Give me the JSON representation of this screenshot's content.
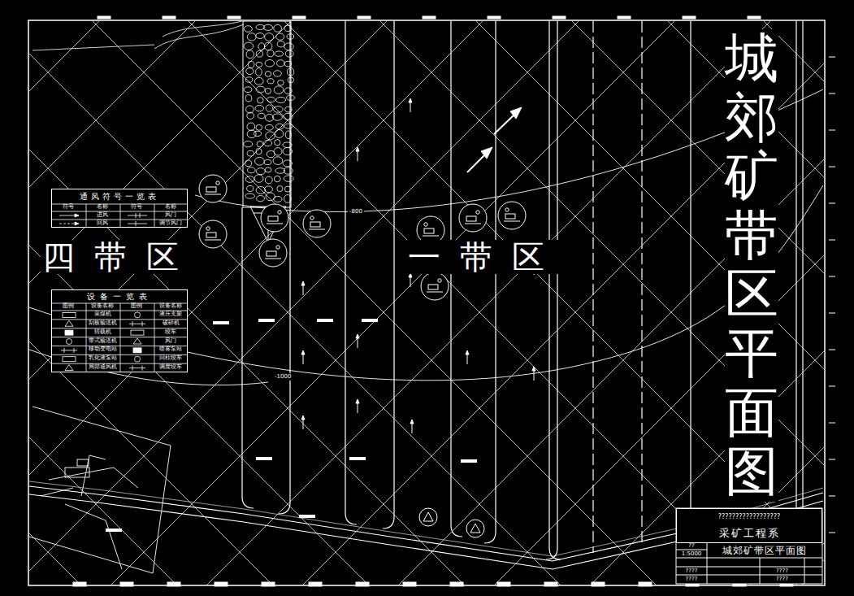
{
  "diagram": {
    "title": "城郊矿带区平面图",
    "nodes": [
      {
        "text": [
          "通风符号一览表"
        ]
      },
      {
        "text": [
          "设备一览表"
        ]
      },
      {
        "text": [
          "??????????????????",
          "采矿工程系"
        ]
      }
    ],
    "labels": [
      "四带区",
      "一带区",
      "符号",
      "名称",
      "符号",
      "名称",
      "进风",
      "风门",
      "回风",
      "调节风门",
      "图例",
      "设备名称",
      "图例",
      "设备名称",
      "采煤机",
      "液压支架",
      "刮板输送机",
      "破碎机",
      "转载机",
      "绞车",
      "带式输送机",
      "风门",
      "移动变电站",
      "喷雾泵站",
      "乳化液泵站",
      "回柱绞车",
      "局部通风机",
      "调度绞车",
      "??",
      "城郊矿带区平面图",
      "1:5000",
      "????",
      "????",
      "????",
      "????",
      "-800",
      "-1000"
    ]
  }
}
